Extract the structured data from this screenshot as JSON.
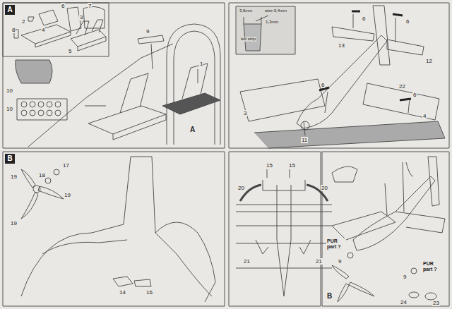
{
  "diagram": {
    "labels": [
      "A",
      "8",
      "2",
      "6",
      "7",
      "4",
      "3",
      "5",
      "10",
      "10",
      "9",
      "1",
      "A",
      "3,6mm",
      "wire 0,4mm",
      "1,3mm",
      "left strip",
      "13",
      "12",
      "22",
      "3",
      "4",
      "11",
      "6",
      "6",
      "6",
      "6",
      "B",
      "17",
      "18",
      "19",
      "19",
      "19",
      "14",
      "16",
      "15",
      "15",
      "20",
      "20",
      "21",
      "21",
      "PUR part ?",
      "9",
      "PUR part ?",
      "9",
      "B",
      "24",
      "23"
    ]
  }
}
